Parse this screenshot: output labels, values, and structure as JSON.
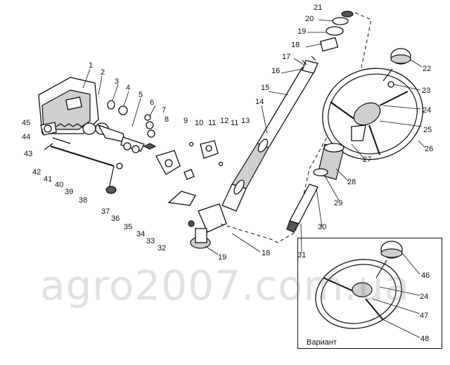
{
  "diagram": {
    "watermark": "agro2007.com.ua",
    "variant_label": "Вариант",
    "callouts": [
      {
        "id": "1",
        "label": "1"
      },
      {
        "id": "2",
        "label": "2"
      },
      {
        "id": "3",
        "label": "3"
      },
      {
        "id": "4",
        "label": "4"
      },
      {
        "id": "5",
        "label": "5"
      },
      {
        "id": "6",
        "label": "6"
      },
      {
        "id": "7",
        "label": "7"
      },
      {
        "id": "8",
        "label": "8"
      },
      {
        "id": "9",
        "label": "9"
      },
      {
        "id": "10",
        "label": "10"
      },
      {
        "id": "11a",
        "label": "11"
      },
      {
        "id": "12",
        "label": "12"
      },
      {
        "id": "11b",
        "label": "11"
      },
      {
        "id": "13",
        "label": "13"
      },
      {
        "id": "14",
        "label": "14"
      },
      {
        "id": "15",
        "label": "15"
      },
      {
        "id": "16",
        "label": "16"
      },
      {
        "id": "17",
        "label": "17"
      },
      {
        "id": "18a",
        "label": "18"
      },
      {
        "id": "19a",
        "label": "19"
      },
      {
        "id": "20",
        "label": "20"
      },
      {
        "id": "21",
        "label": "21"
      },
      {
        "id": "22",
        "label": "22"
      },
      {
        "id": "23",
        "label": "23"
      },
      {
        "id": "24a",
        "label": "24"
      },
      {
        "id": "25",
        "label": "25"
      },
      {
        "id": "26",
        "label": "26"
      },
      {
        "id": "27",
        "label": "27"
      },
      {
        "id": "28",
        "label": "28"
      },
      {
        "id": "29",
        "label": "29"
      },
      {
        "id": "30",
        "label": "30"
      },
      {
        "id": "31",
        "label": "31"
      },
      {
        "id": "18b",
        "label": "18"
      },
      {
        "id": "19b",
        "label": "19"
      },
      {
        "id": "32",
        "label": "32"
      },
      {
        "id": "33",
        "label": "33"
      },
      {
        "id": "34",
        "label": "34"
      },
      {
        "id": "35",
        "label": "35"
      },
      {
        "id": "36",
        "label": "36"
      },
      {
        "id": "37",
        "label": "37"
      },
      {
        "id": "38",
        "label": "38"
      },
      {
        "id": "39",
        "label": "39"
      },
      {
        "id": "40",
        "label": "40"
      },
      {
        "id": "41",
        "label": "41"
      },
      {
        "id": "42",
        "label": "42"
      },
      {
        "id": "43",
        "label": "43"
      },
      {
        "id": "44",
        "label": "44"
      },
      {
        "id": "45",
        "label": "45"
      },
      {
        "id": "46",
        "label": "46"
      },
      {
        "id": "24b",
        "label": "24"
      },
      {
        "id": "47",
        "label": "47"
      },
      {
        "id": "48",
        "label": "48"
      }
    ]
  }
}
